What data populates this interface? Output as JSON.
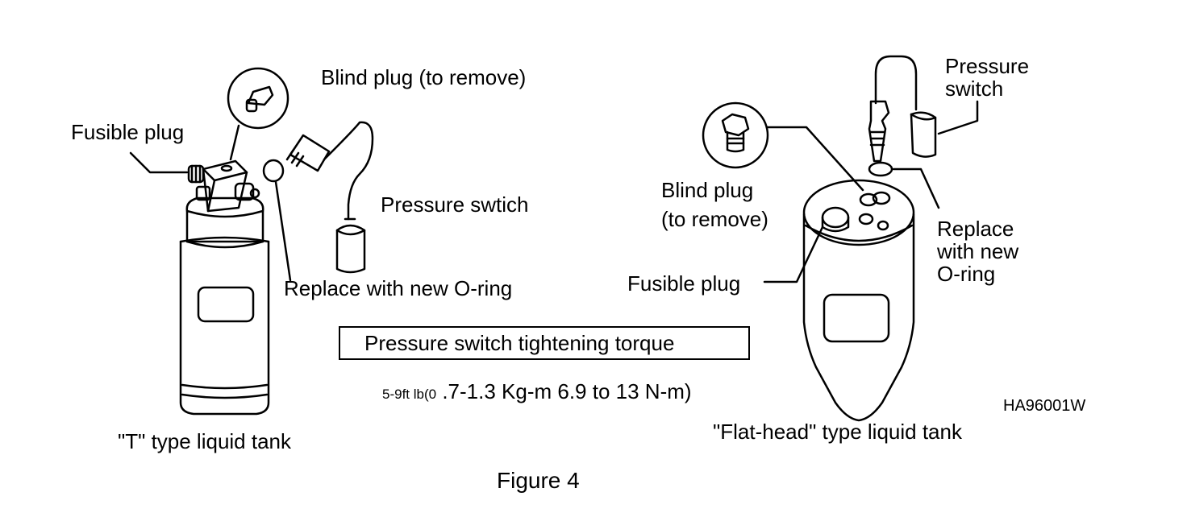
{
  "left_tank": {
    "caption": "\"T\" type liquid tank",
    "fusible_plug": "Fusible plug",
    "blind_plug": "Blind plug (to remove)",
    "pressure_switch": "Pressure swtich",
    "oring": "Replace with new O-ring"
  },
  "right_tank": {
    "caption": "\"Flat-head\" type liquid tank",
    "pressure_switch_line1": "Pressure",
    "pressure_switch_line2": "switch",
    "blind_plug_line1": "Blind plug",
    "blind_plug_line2": "(to remove)",
    "oring_line1": "Replace",
    "oring_line2": "with new",
    "oring_line3": "O-ring",
    "fusible_plug": "Fusible plug"
  },
  "torque": {
    "title": "Pressure switch tightening torque",
    "spec_prefix": "5-9ft lb(0",
    "spec_main": " .7-1.3 Kg-m 6.9 to 13 N-m)"
  },
  "drawing_code": "HA96001W",
  "figure_caption": "Figure 4"
}
